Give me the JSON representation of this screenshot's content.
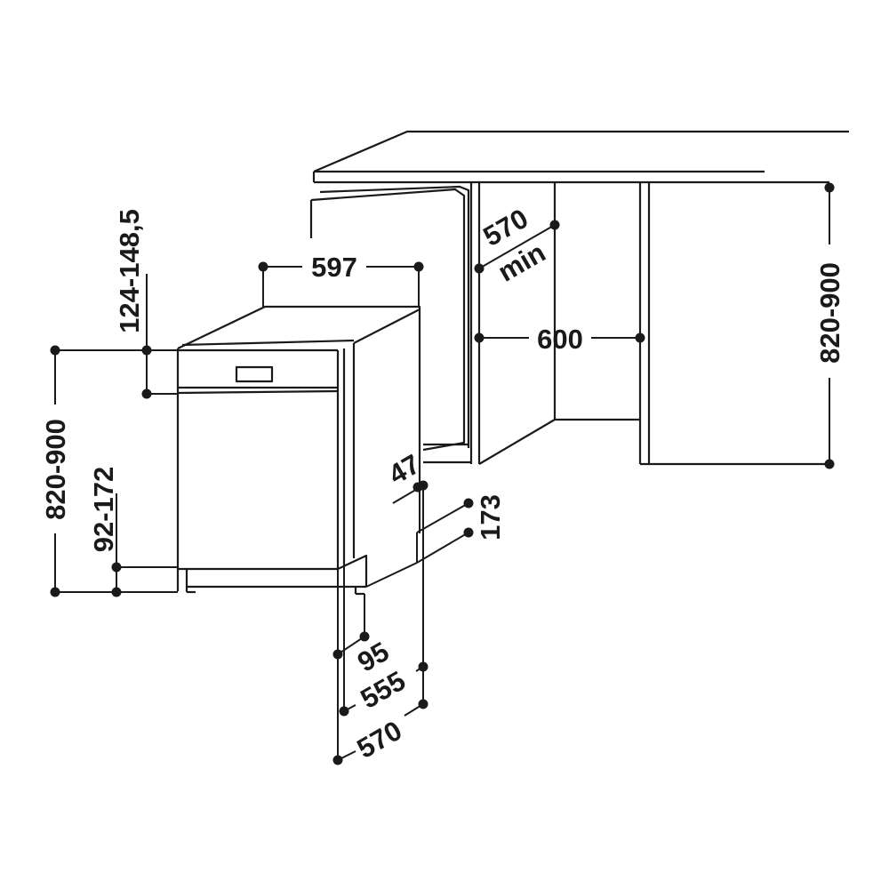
{
  "dimensions": {
    "cabinet_depth_min": "570",
    "cabinet_depth_min_unit": "min",
    "cabinet_width": "600",
    "cabinet_height": "820-900",
    "appliance_width": "597",
    "appliance_height": "820-900",
    "panel_height": "124-148,5",
    "plinth_height": "92-172",
    "offset_47": "47",
    "offset_173": "173",
    "foot_95": "95",
    "depth_555": "555",
    "depth_570": "570"
  }
}
